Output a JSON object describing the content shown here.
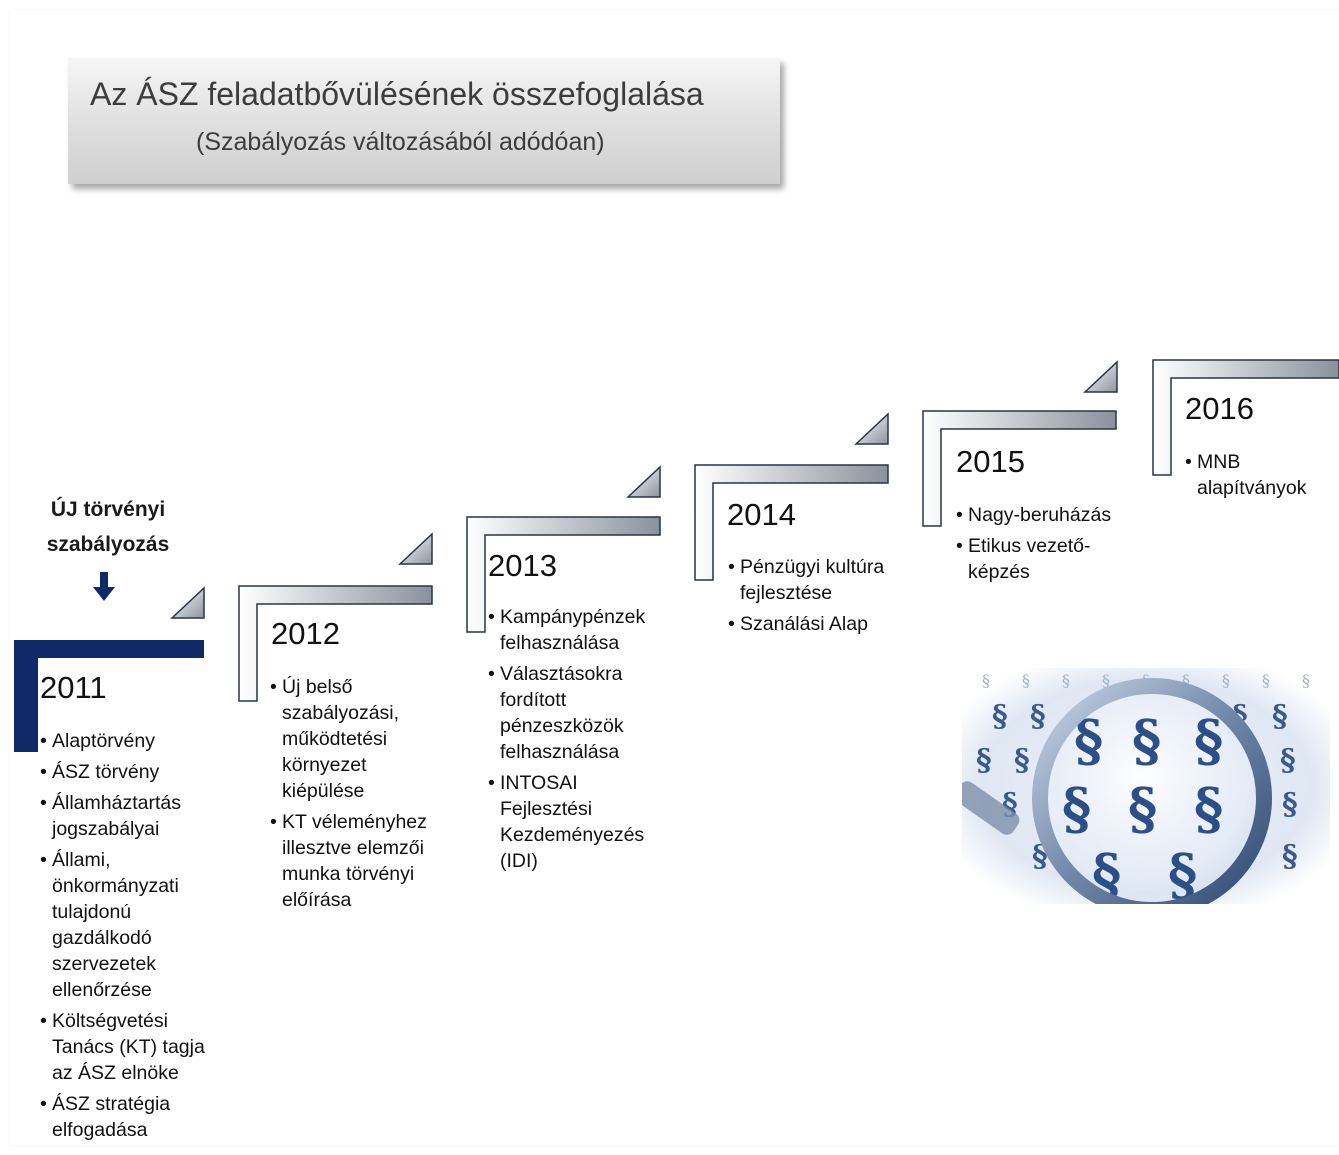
{
  "title": {
    "main": "Az ÁSZ feladatbővülésének összefoglalása",
    "sub": "(Szabályozás változásából adódóan)"
  },
  "new_regulation_label": "ÚJ törvényi\nszabályozás",
  "timeline": [
    {
      "year": "2011",
      "items": [
        "Alaptörvény",
        "ÁSZ törvény",
        "Államháztartás jogszabályai",
        "Állami, önkormányzati tulajdonú gazdálkodó szervezetek ellenőrzése",
        "Költségvetési Tanács (KT) tagja az ÁSZ elnöke",
        "ÁSZ stratégia elfogadása"
      ]
    },
    {
      "year": "2012",
      "items": [
        "Új belső szabályozási, működtetési környezet kiépülése",
        "KT véleményhez illesztve elemzői munka törvényi előírása"
      ]
    },
    {
      "year": "2013",
      "items": [
        "Kampánypénzek felhasználása",
        "Választásokra fordított pénzeszközök felhasználása",
        "INTOSAI Fejlesztési Kezdeményezés (IDI)"
      ]
    },
    {
      "year": "2014",
      "items": [
        "Pénzügyi kultúra fejlesztése",
        "Szanálási Alap"
      ]
    },
    {
      "year": "2015",
      "items": [
        "Nagy-beruházás",
        "Etikus vezető-képzés"
      ]
    },
    {
      "year": "2016",
      "items": [
        "MNB alapítványok"
      ]
    }
  ],
  "image": {
    "description_icon": "magnifier-paragraph-icon"
  },
  "colors": {
    "accent": "#0f2a66",
    "arrow": "#0f2a66"
  }
}
